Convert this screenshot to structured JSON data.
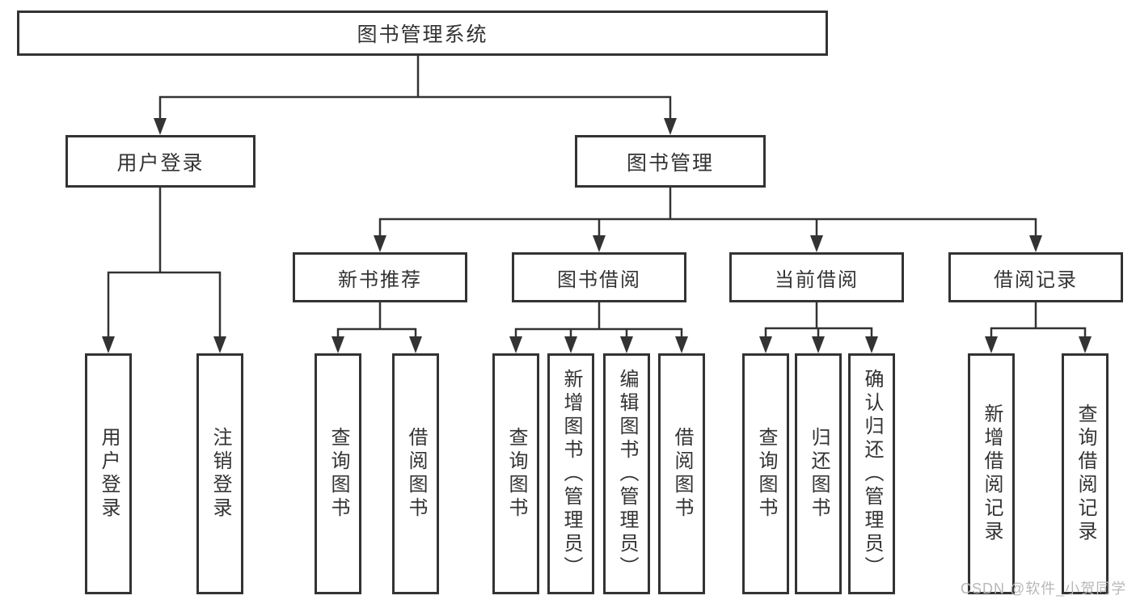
{
  "diagram": {
    "colors": {
      "line": "#333333",
      "text": "#333333",
      "box_background": "#ffffff",
      "watermark": "#b8b8b8"
    },
    "tree": {
      "label": "图书管理系统",
      "children": [
        {
          "label": "用户登录",
          "children": [
            {
              "label": "用户登录"
            },
            {
              "label": "注销登录"
            }
          ]
        },
        {
          "label": "图书管理",
          "children": [
            {
              "label": "新书推荐",
              "children": [
                {
                  "label": "查询图书"
                },
                {
                  "label": "借阅图书"
                }
              ]
            },
            {
              "label": "图书借阅",
              "children": [
                {
                  "label": "查询图书"
                },
                {
                  "label": "新增图书（管理员）"
                },
                {
                  "label": "编辑图书（管理员）"
                },
                {
                  "label": "借阅图书"
                }
              ]
            },
            {
              "label": "当前借阅",
              "children": [
                {
                  "label": "查询图书"
                },
                {
                  "label": "归还图书"
                },
                {
                  "label": "确认归还（管理员）"
                }
              ]
            },
            {
              "label": "借阅记录",
              "children": [
                {
                  "label": "新增借阅记录"
                },
                {
                  "label": "查询借阅记录"
                }
              ]
            }
          ]
        }
      ]
    },
    "watermark": "CSDN @软件_小贺同学"
  }
}
